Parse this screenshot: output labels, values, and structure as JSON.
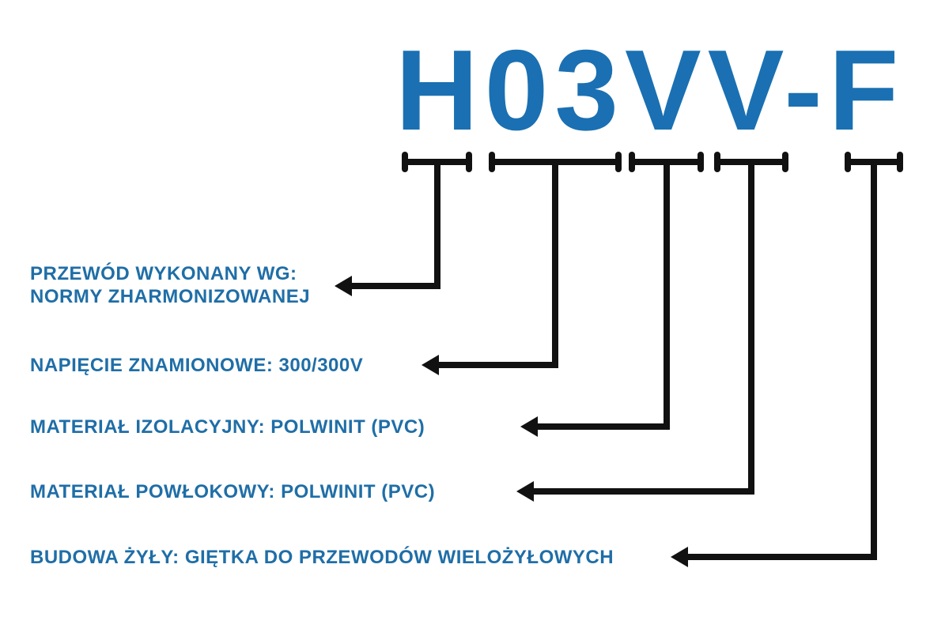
{
  "diagram": {
    "code": "H03VV-F",
    "colors": {
      "code_blue": "#1a70b2",
      "label_blue": "#1f6ea7",
      "line_black": "#111111"
    },
    "labels": [
      {
        "segment": "H",
        "lines": [
          "PRZEWÓD WYKONANY WG:",
          "NORMY ZHARMONIZOWANEJ"
        ]
      },
      {
        "segment": "03",
        "text": "NAPIĘCIE ZNAMIONOWE: 300/300V"
      },
      {
        "segment": "V",
        "text": "MATERIAŁ IZOLACYJNY: POLWINIT (PVC)"
      },
      {
        "segment": "V",
        "text": "MATERIAŁ POWŁOKOWY: POLWINIT (PVC)"
      },
      {
        "segment": "F",
        "text": "BUDOWA ŻYŁY: GIĘTKA DO PRZEWODÓW WIELOŻYŁOWYCH"
      }
    ]
  }
}
